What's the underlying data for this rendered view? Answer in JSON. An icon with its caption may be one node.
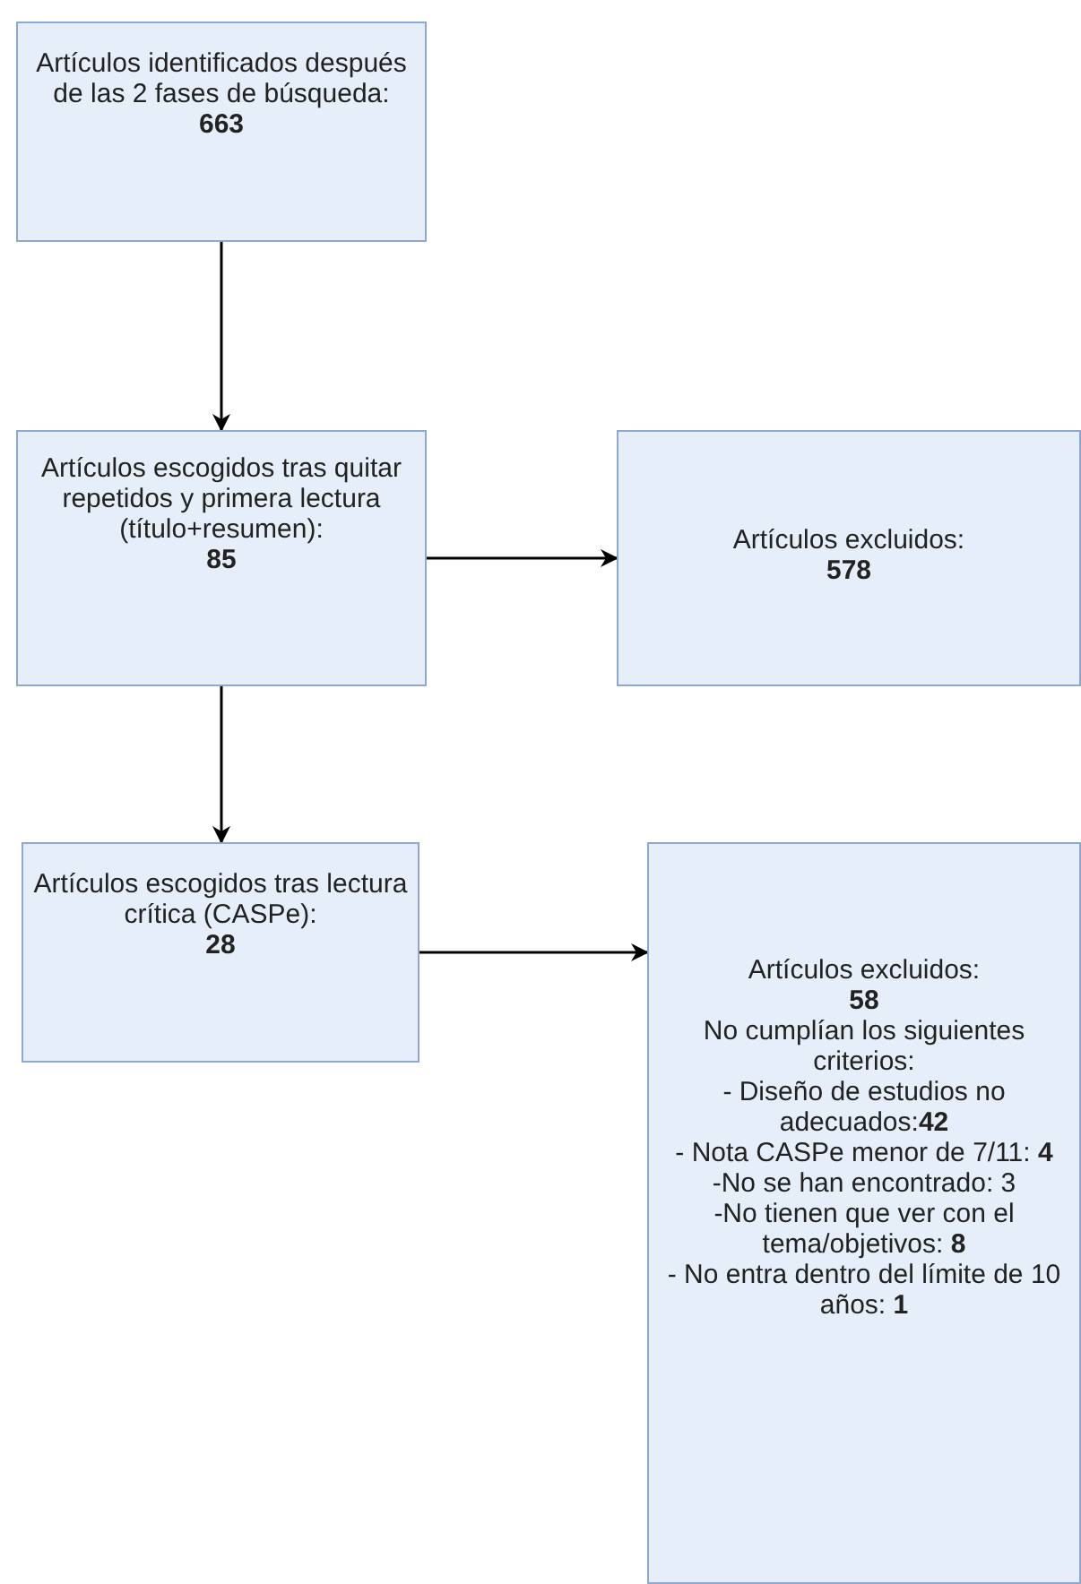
{
  "diagram": {
    "nodes": [
      {
        "text": [
          "Artículos identificados después de las 2 fases de búsqueda:",
          "663"
        ]
      },
      {
        "text": [
          "Artículos escogidos tras quitar repetidos y primera lectura (título+resumen):",
          "85"
        ]
      },
      {
        "text": [
          "Artículos excluidos:",
          "578"
        ]
      },
      {
        "text": [
          "Artículos escogidos tras lectura crítica (CASPe):",
          "28"
        ]
      },
      {
        "text": [
          "Artículos excluidos:",
          "58",
          "No cumplían los siguientes criterios:",
          "- Diseño de estudios no adecuados:**42**",
          "- Nota CASPe menor de 7/11: **4**",
          "-No se han encontrado: 3",
          "-No tienen que ver con el tema/objetivos: **8**",
          "- No entra dentro del límite de 10 años: **1**"
        ]
      }
    ],
    "edges": [
      {
        "from": 0,
        "to": 1,
        "arrow": "to"
      },
      {
        "from": 1,
        "to": 2,
        "arrow": "to"
      },
      {
        "from": 1,
        "to": 3,
        "arrow": "to"
      },
      {
        "from": 3,
        "to": 4,
        "arrow": "to"
      }
    ]
  }
}
